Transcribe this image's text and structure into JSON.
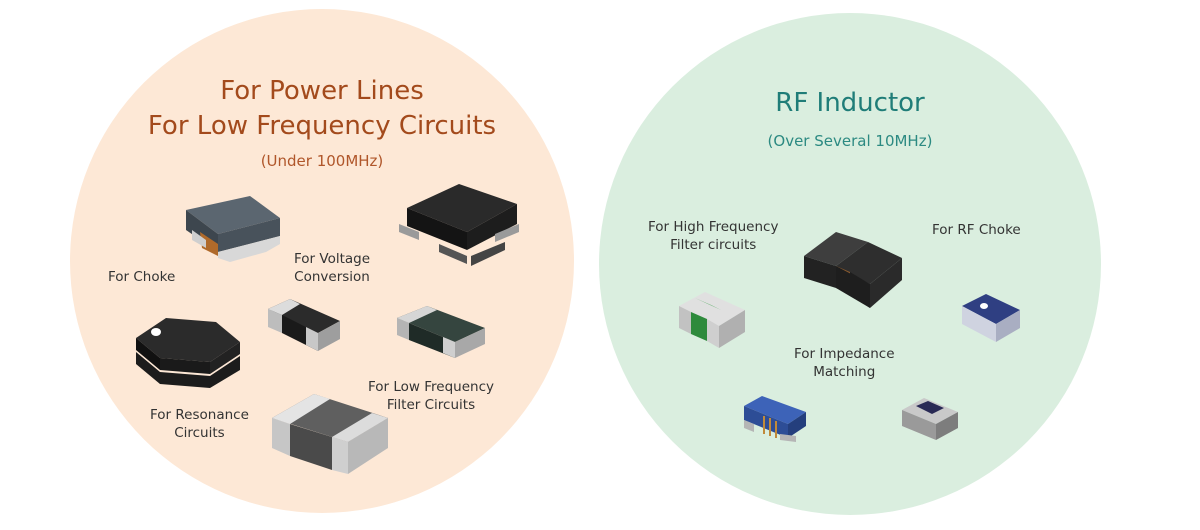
{
  "left_group": {
    "title_line1": "For Power Lines",
    "title_line2": "For Low Frequency Circuits",
    "subtitle": "(Under 100MHz)",
    "labels": {
      "choke": "For Choke",
      "voltage": "For Voltage\nConversion",
      "resonance": "For Resonance\nCircuits",
      "low_freq_filter": "For Low Frequency\nFilter Circuits"
    },
    "color": "#fde8d6"
  },
  "right_group": {
    "title": "RF Inductor",
    "subtitle": "(Over Several 10MHz)",
    "labels": {
      "high_freq_filter": "For High Frequency\nFilter circuits",
      "rf_choke": "For RF Choke",
      "impedance": "For Impedance\nMatching"
    },
    "color": "#daeedf"
  }
}
